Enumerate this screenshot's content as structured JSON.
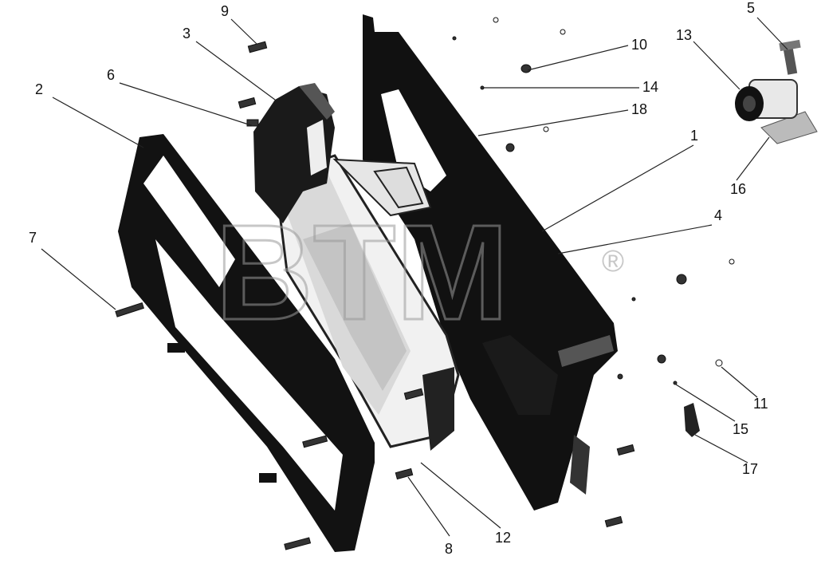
{
  "figure": {
    "callouts": [
      "1",
      "2",
      "3",
      "4",
      "5",
      "6",
      "7",
      "8",
      "9",
      "10",
      "11",
      "12",
      "13",
      "14",
      "15",
      "16",
      "17",
      "18"
    ],
    "watermark": "BTM",
    "watermark_mark": "®"
  }
}
